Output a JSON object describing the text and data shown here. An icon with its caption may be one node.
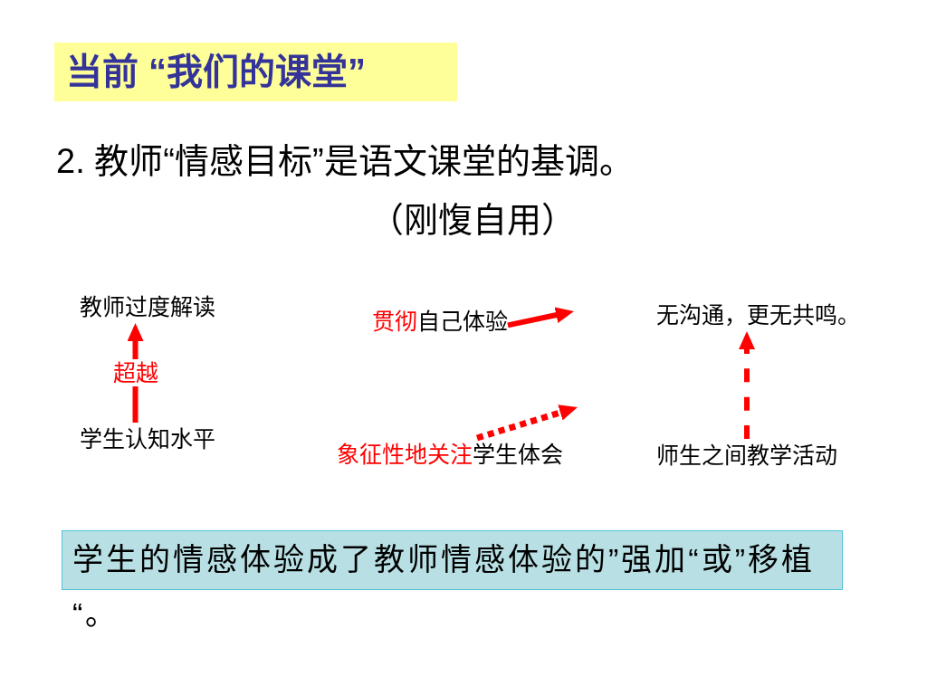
{
  "diagram": {
    "title": "当前 “我们的课堂”",
    "nodes": [
      {
        "text": [
          "教师过度解读"
        ]
      },
      {
        "text": [
          "贯彻",
          "自己体验"
        ]
      },
      {
        "text": [
          "无沟通，更无共鸣。"
        ]
      },
      {
        "text": [
          "学生认知水平"
        ]
      },
      {
        "text": [
          "象征性地关注",
          "学生体会"
        ]
      },
      {
        "text": [
          "师生之间教学活动"
        ]
      },
      {
        "text": [
          "学生的情感体验成了教师情感体验的”强加“或”移植“。"
        ]
      }
    ],
    "edges": [
      {
        "from": 3,
        "to": 0,
        "arrow": "to",
        "label": "超越"
      },
      {
        "from": 1,
        "to": null,
        "arrow": "to"
      },
      {
        "from": 4,
        "to": null,
        "arrow": "to",
        "style": "dashed"
      },
      {
        "from": 5,
        "to": 2,
        "arrow": "to",
        "style": "dashed"
      }
    ],
    "labels": [
      "2. 教师“情感目标”是语文课堂的基调。",
      "（刚愎自用）"
    ]
  }
}
